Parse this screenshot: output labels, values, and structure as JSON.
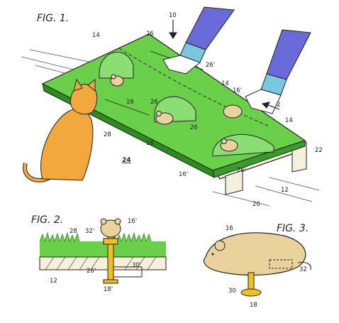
{
  "figures": {
    "fig1": {
      "title": "FIG. 1."
    },
    "fig2": {
      "title": "FIG. 2."
    },
    "fig3": {
      "title": "FIG. 3."
    }
  },
  "labels": {
    "r10": "10",
    "r14a": "14",
    "r14b": "14",
    "r14c": "14",
    "r26a": "26",
    "r26b": "26'",
    "r26c": "26",
    "r26d": "26",
    "r26e": "26'",
    "r16a": "16",
    "r16b": "16'",
    "r16c": "16",
    "r16d": "16'",
    "r2": "2",
    "r28": "28",
    "r24": "24",
    "r22": "22",
    "r12": "12",
    "r20": "20",
    "f2_28": "28",
    "f2_32": "32'",
    "f2_16": "16'",
    "f2_26": "26'",
    "f2_30": "30'",
    "f2_12": "12",
    "f2_18": "18'",
    "f3_16": "16",
    "f3_32": "32",
    "f3_30": "30",
    "f3_18": "18"
  },
  "colors": {
    "grass": "#6ad04a",
    "grass_dark": "#2f8a22",
    "mouse": "#e9d29c",
    "cat": "#f2a83c",
    "sleeve": "#6a6ad8",
    "cuff": "#7ac8e0",
    "post": "#f0c020",
    "wood": "#f5f0dc"
  }
}
